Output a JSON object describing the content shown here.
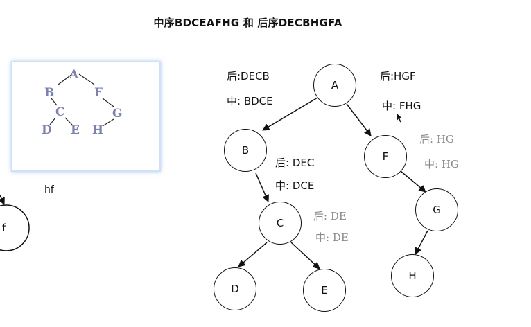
{
  "title": "中序BDCEAFHG 和 后序DECBHGFA",
  "thumbnail": {
    "nodes": {
      "A": "A",
      "B": "B",
      "F": "F",
      "C": "C",
      "G": "G",
      "D": "D",
      "E": "E",
      "H": "H"
    }
  },
  "side": {
    "label": "hf",
    "partial_node": "f"
  },
  "tree": {
    "A": "A",
    "B": "B",
    "F": "F",
    "C": "C",
    "G": "G",
    "D": "D",
    "E": "E",
    "H": "H"
  },
  "annotations": {
    "a_post": "后:DECB",
    "a_in": "中: BDCE",
    "a_right_post": "后:HGF",
    "a_right_in": "中: FHG",
    "b_post": "后:  DEC",
    "b_in": "中:  DCE",
    "c_post": "后:  DE",
    "c_in": "中:  DE",
    "f_post": "后:  HG",
    "f_in": "中:  HG"
  },
  "colors": {
    "thumb_text": "#7c82ab",
    "gray_text": "#8a8a8a",
    "thumb_border": "#cfe0f8"
  }
}
